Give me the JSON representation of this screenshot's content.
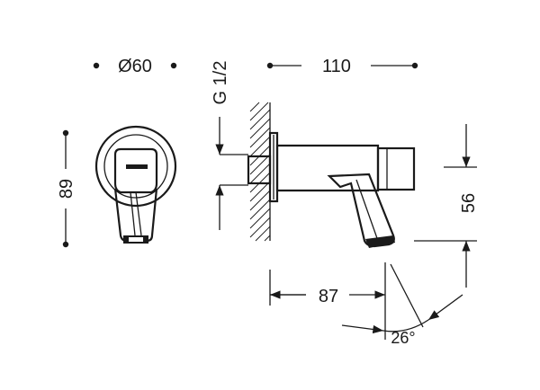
{
  "dimensions": {
    "diameter": "Ø60",
    "thread": "G 1/2",
    "length": "110",
    "front_height": "89",
    "side_height": "56",
    "reach": "87",
    "angle": "26°"
  }
}
